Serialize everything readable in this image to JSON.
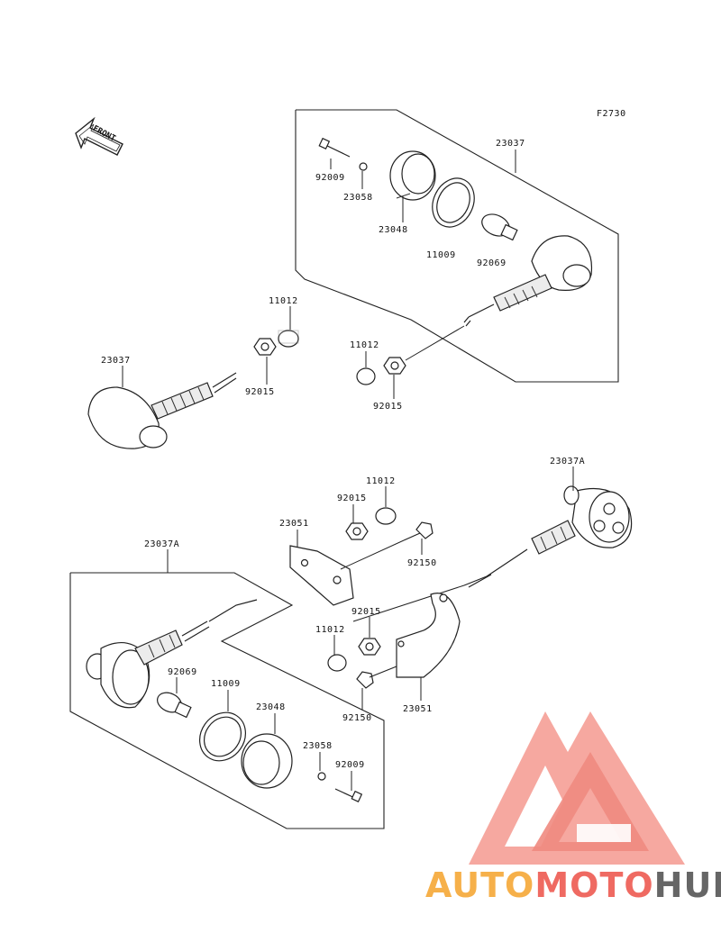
{
  "figure_code": "F2730",
  "front_arrow_label": "FRONT",
  "callouts": [
    {
      "id": "c1",
      "text": "23037"
    },
    {
      "id": "c2",
      "text": "92009"
    },
    {
      "id": "c3",
      "text": "23058"
    },
    {
      "id": "c4",
      "text": "23048"
    },
    {
      "id": "c5",
      "text": "11009"
    },
    {
      "id": "c6",
      "text": "92069"
    },
    {
      "id": "c7",
      "text": "11012"
    },
    {
      "id": "c8",
      "text": "23037"
    },
    {
      "id": "c9",
      "text": "92015"
    },
    {
      "id": "c10",
      "text": "11012"
    },
    {
      "id": "c11",
      "text": "92015"
    },
    {
      "id": "c12",
      "text": "23037A"
    },
    {
      "id": "c13",
      "text": "11012"
    },
    {
      "id": "c14",
      "text": "92015"
    },
    {
      "id": "c15",
      "text": "23051"
    },
    {
      "id": "c16",
      "text": "92150"
    },
    {
      "id": "c17",
      "text": "23037A"
    },
    {
      "id": "c18",
      "text": "92015"
    },
    {
      "id": "c19",
      "text": "11012"
    },
    {
      "id": "c20",
      "text": "92069"
    },
    {
      "id": "c21",
      "text": "11009"
    },
    {
      "id": "c22",
      "text": "23048"
    },
    {
      "id": "c23",
      "text": "92150"
    },
    {
      "id": "c24",
      "text": "23051"
    },
    {
      "id": "c25",
      "text": "23058"
    },
    {
      "id": "c26",
      "text": "92009"
    }
  ],
  "watermark": {
    "word_part1": "AUTO",
    "word_part2": "MOTO",
    "word_part3": "HUB",
    "colors": {
      "auto": "#f6b04a",
      "moto": "#ef6a62",
      "hub": "#666666",
      "emblem": "#f08a80"
    }
  }
}
